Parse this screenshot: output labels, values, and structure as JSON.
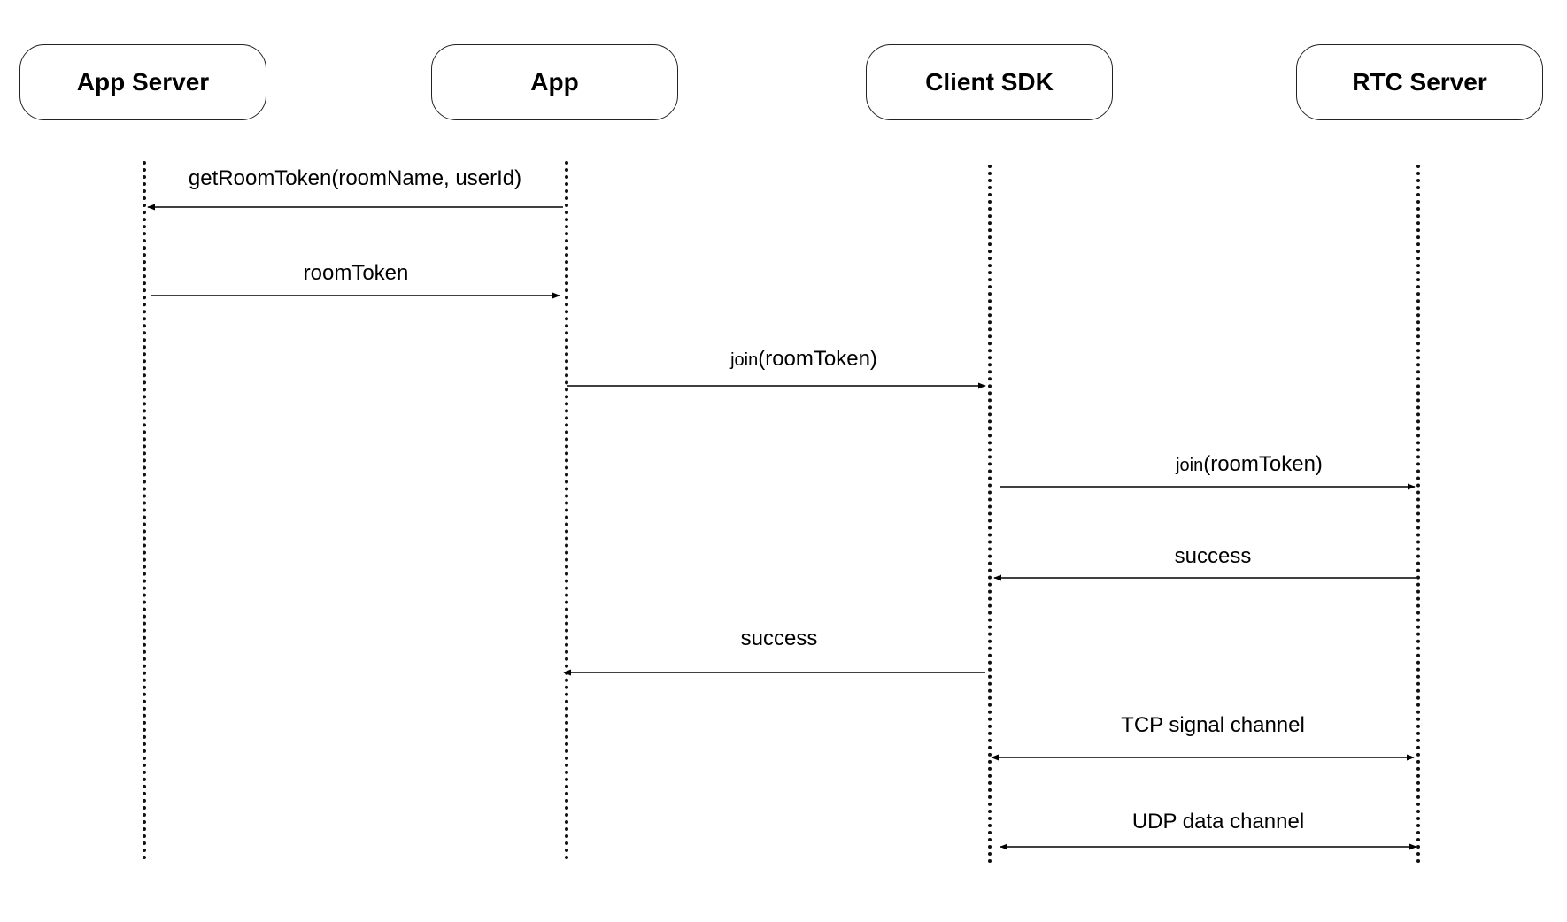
{
  "actors": {
    "app_server": "App Server",
    "app": "App",
    "client_sdk": "Client SDK",
    "rtc_server": "RTC Server"
  },
  "messages": {
    "get_room_token": "getRoomToken(roomName, userId)",
    "room_token": "roomToken",
    "join_app_fn": "join",
    "join_app_arg": "(roomToken)",
    "join_sdk_fn": "join",
    "join_sdk_arg": "(roomToken)",
    "success_rtc": "success",
    "success_sdk": "success",
    "tcp_channel": "TCP signal channel",
    "udp_channel": "UDP data channel"
  }
}
